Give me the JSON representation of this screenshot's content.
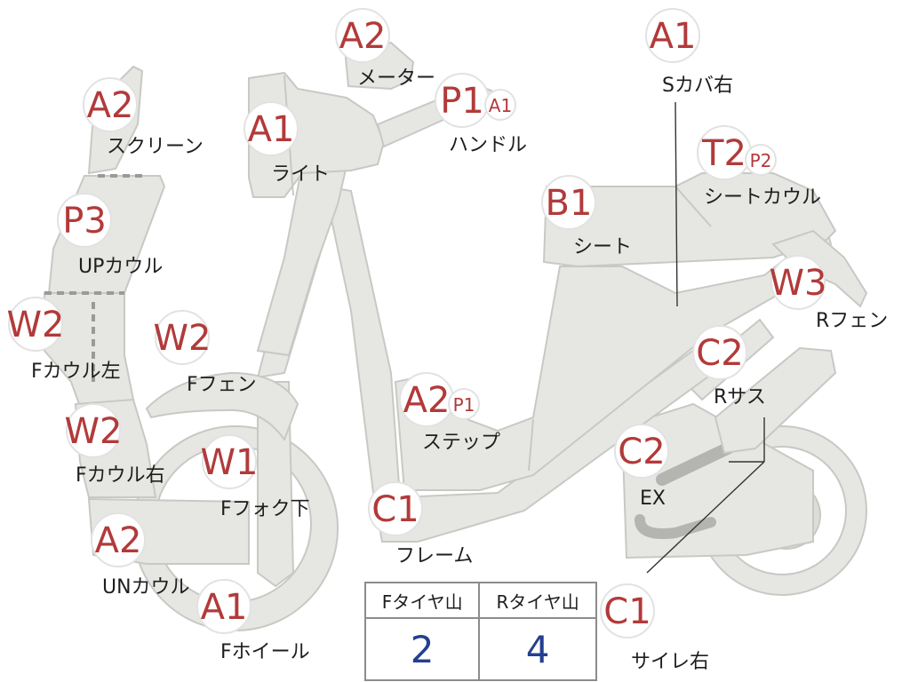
{
  "parts": [
    {
      "id": "screen",
      "code": "A2",
      "label": "スクリーン",
      "small": false
    },
    {
      "id": "light",
      "code": "A1",
      "label": "ライト",
      "small": false
    },
    {
      "id": "meter",
      "code": "A2",
      "label": "メーター",
      "small": false
    },
    {
      "id": "handle",
      "code": "P1",
      "label": "ハンドル",
      "small": false
    },
    {
      "id": "handle2",
      "code": "A1",
      "label": "",
      "small": true
    },
    {
      "id": "s-cover-r",
      "code": "A1",
      "label": "Sカバ右",
      "small": false
    },
    {
      "id": "up-cowl",
      "code": "P3",
      "label": "UPカウル",
      "small": false
    },
    {
      "id": "seat",
      "code": "B1",
      "label": "シート",
      "small": false
    },
    {
      "id": "seat-cowl",
      "code": "T2",
      "label": "シートカウル",
      "small": false
    },
    {
      "id": "seat-cowl2",
      "code": "P2",
      "label": "",
      "small": true
    },
    {
      "id": "r-fender",
      "code": "W3",
      "label": "Rフェン",
      "small": false
    },
    {
      "id": "f-cowl-l",
      "code": "W2",
      "label": "Fカウル左",
      "small": false
    },
    {
      "id": "f-fender",
      "code": "W2",
      "label": "Fフェン",
      "small": false
    },
    {
      "id": "r-sus",
      "code": "C2",
      "label": "Rサス",
      "small": false
    },
    {
      "id": "step",
      "code": "A2",
      "label": "ステップ",
      "small": false
    },
    {
      "id": "step2",
      "code": "P1",
      "label": "",
      "small": true
    },
    {
      "id": "f-cowl-r",
      "code": "W2",
      "label": "Fカウル右",
      "small": false
    },
    {
      "id": "f-fork",
      "code": "W1",
      "label": "Fフォク下",
      "small": false
    },
    {
      "id": "ex",
      "code": "C2",
      "label": "EX",
      "small": false
    },
    {
      "id": "frame",
      "code": "C1",
      "label": "フレーム",
      "small": false
    },
    {
      "id": "un-cowl",
      "code": "A2",
      "label": "UNカウル",
      "small": false
    },
    {
      "id": "f-wheel",
      "code": "A1",
      "label": "Fホイール",
      "small": false
    },
    {
      "id": "silencer-r",
      "code": "C1",
      "label": "サイレ右",
      "small": false
    }
  ],
  "tire_table": {
    "headers": [
      "Fタイヤ山",
      "Rタイヤ山"
    ],
    "values": [
      "2",
      "4"
    ]
  },
  "colors": {
    "part_fill": "#e6e6e3",
    "grade_text": "#b23a3a",
    "table_value": "#243f8f"
  }
}
